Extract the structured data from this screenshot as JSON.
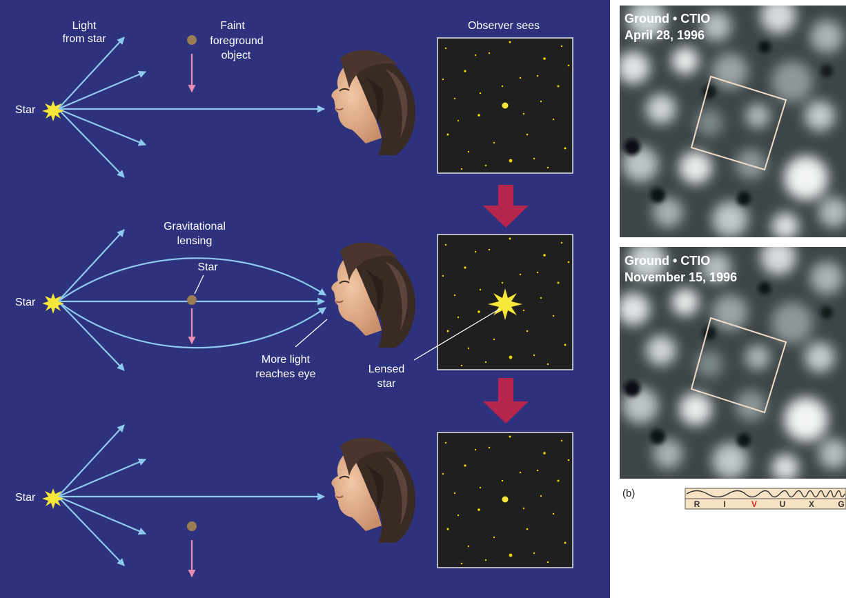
{
  "left_panel": {
    "colors": {
      "background": "#2e327c",
      "ray": "#8ec9ef",
      "arrow_down": "#e98fb6",
      "lens_object": "#9b7d55",
      "star_glyph": "#f7e63a",
      "sky_square": "#1f1f1f",
      "sky_stars": "#f0d800",
      "transition_arrow": "#b5254d",
      "label": "#ffffff"
    },
    "top_row": {
      "star_label": "Star",
      "light_label_1": "Light",
      "light_label_2": "from star",
      "object_label_1": "Faint",
      "object_label_2": "foreground",
      "object_label_3": "object",
      "observer_header": "Observer sees"
    },
    "middle_row": {
      "star_label": "Star",
      "lensing_label_1": "Gravitational",
      "lensing_label_2": "lensing",
      "lens_star_label": "Star",
      "more_light_1": "More light",
      "more_light_2": "reaches eye",
      "lensed_star_1": "Lensed",
      "lensed_star_2": "star"
    },
    "bottom_row": {
      "star_label": "Star"
    }
  },
  "right_panel": {
    "top_image": {
      "title_line1": "Ground • CTIO",
      "title_line2": "April 28, 1996"
    },
    "bottom_image": {
      "title_line1": "Ground • CTIO",
      "title_line2": "November 15, 1996"
    },
    "panel_label": "(b)",
    "spectrum_bands": [
      "R",
      "I",
      "V",
      "U",
      "X",
      "G"
    ],
    "highlighted_band": "V",
    "highlight_color": "#d21f1f"
  }
}
